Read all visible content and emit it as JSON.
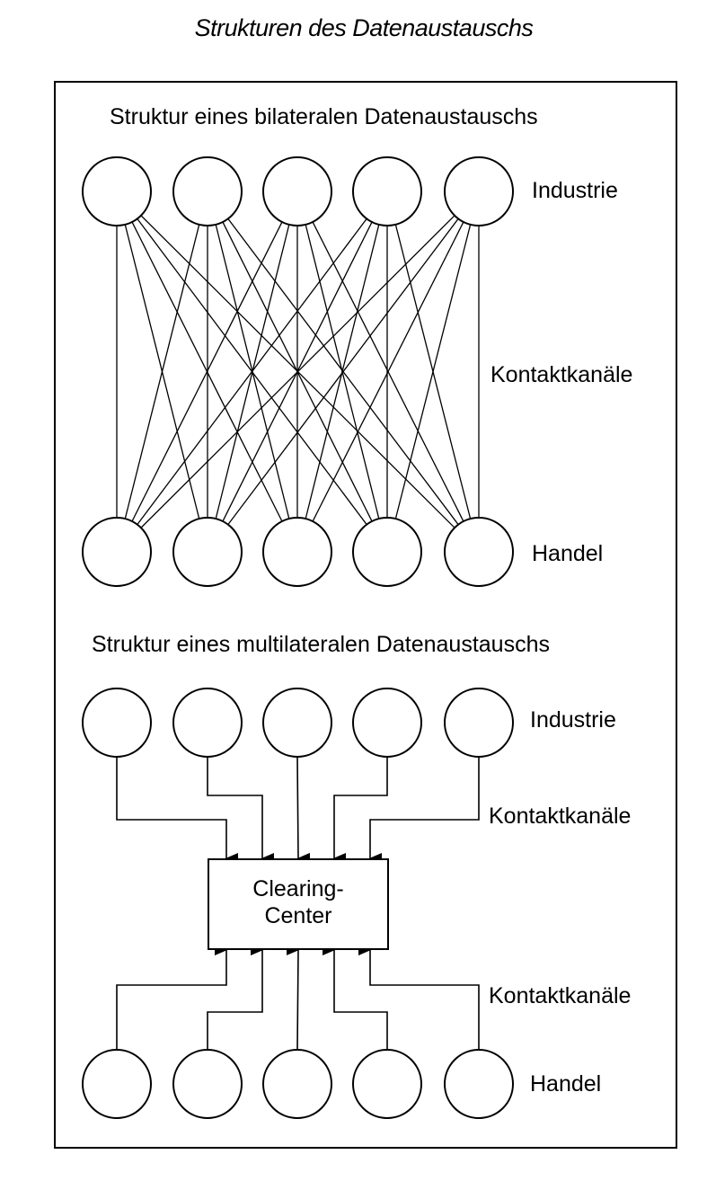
{
  "title": "Strukturen des Datenaustauschs",
  "bilateral": {
    "title": "Struktur eines bilateralen Datenaustauschs",
    "top_label": "Industrie",
    "middle_label": "Kontaktkanäle",
    "bottom_label": "Handel"
  },
  "multilateral": {
    "title": "Struktur eines multilateralen Datenaustauschs",
    "top_label": "Industrie",
    "upper_channel_label": "Kontaktkanäle",
    "center_line1": "Clearing-",
    "center_line2": "Center",
    "lower_channel_label": "Kontaktkanäle",
    "bottom_label": "Handel"
  },
  "nodes_per_row": 5
}
